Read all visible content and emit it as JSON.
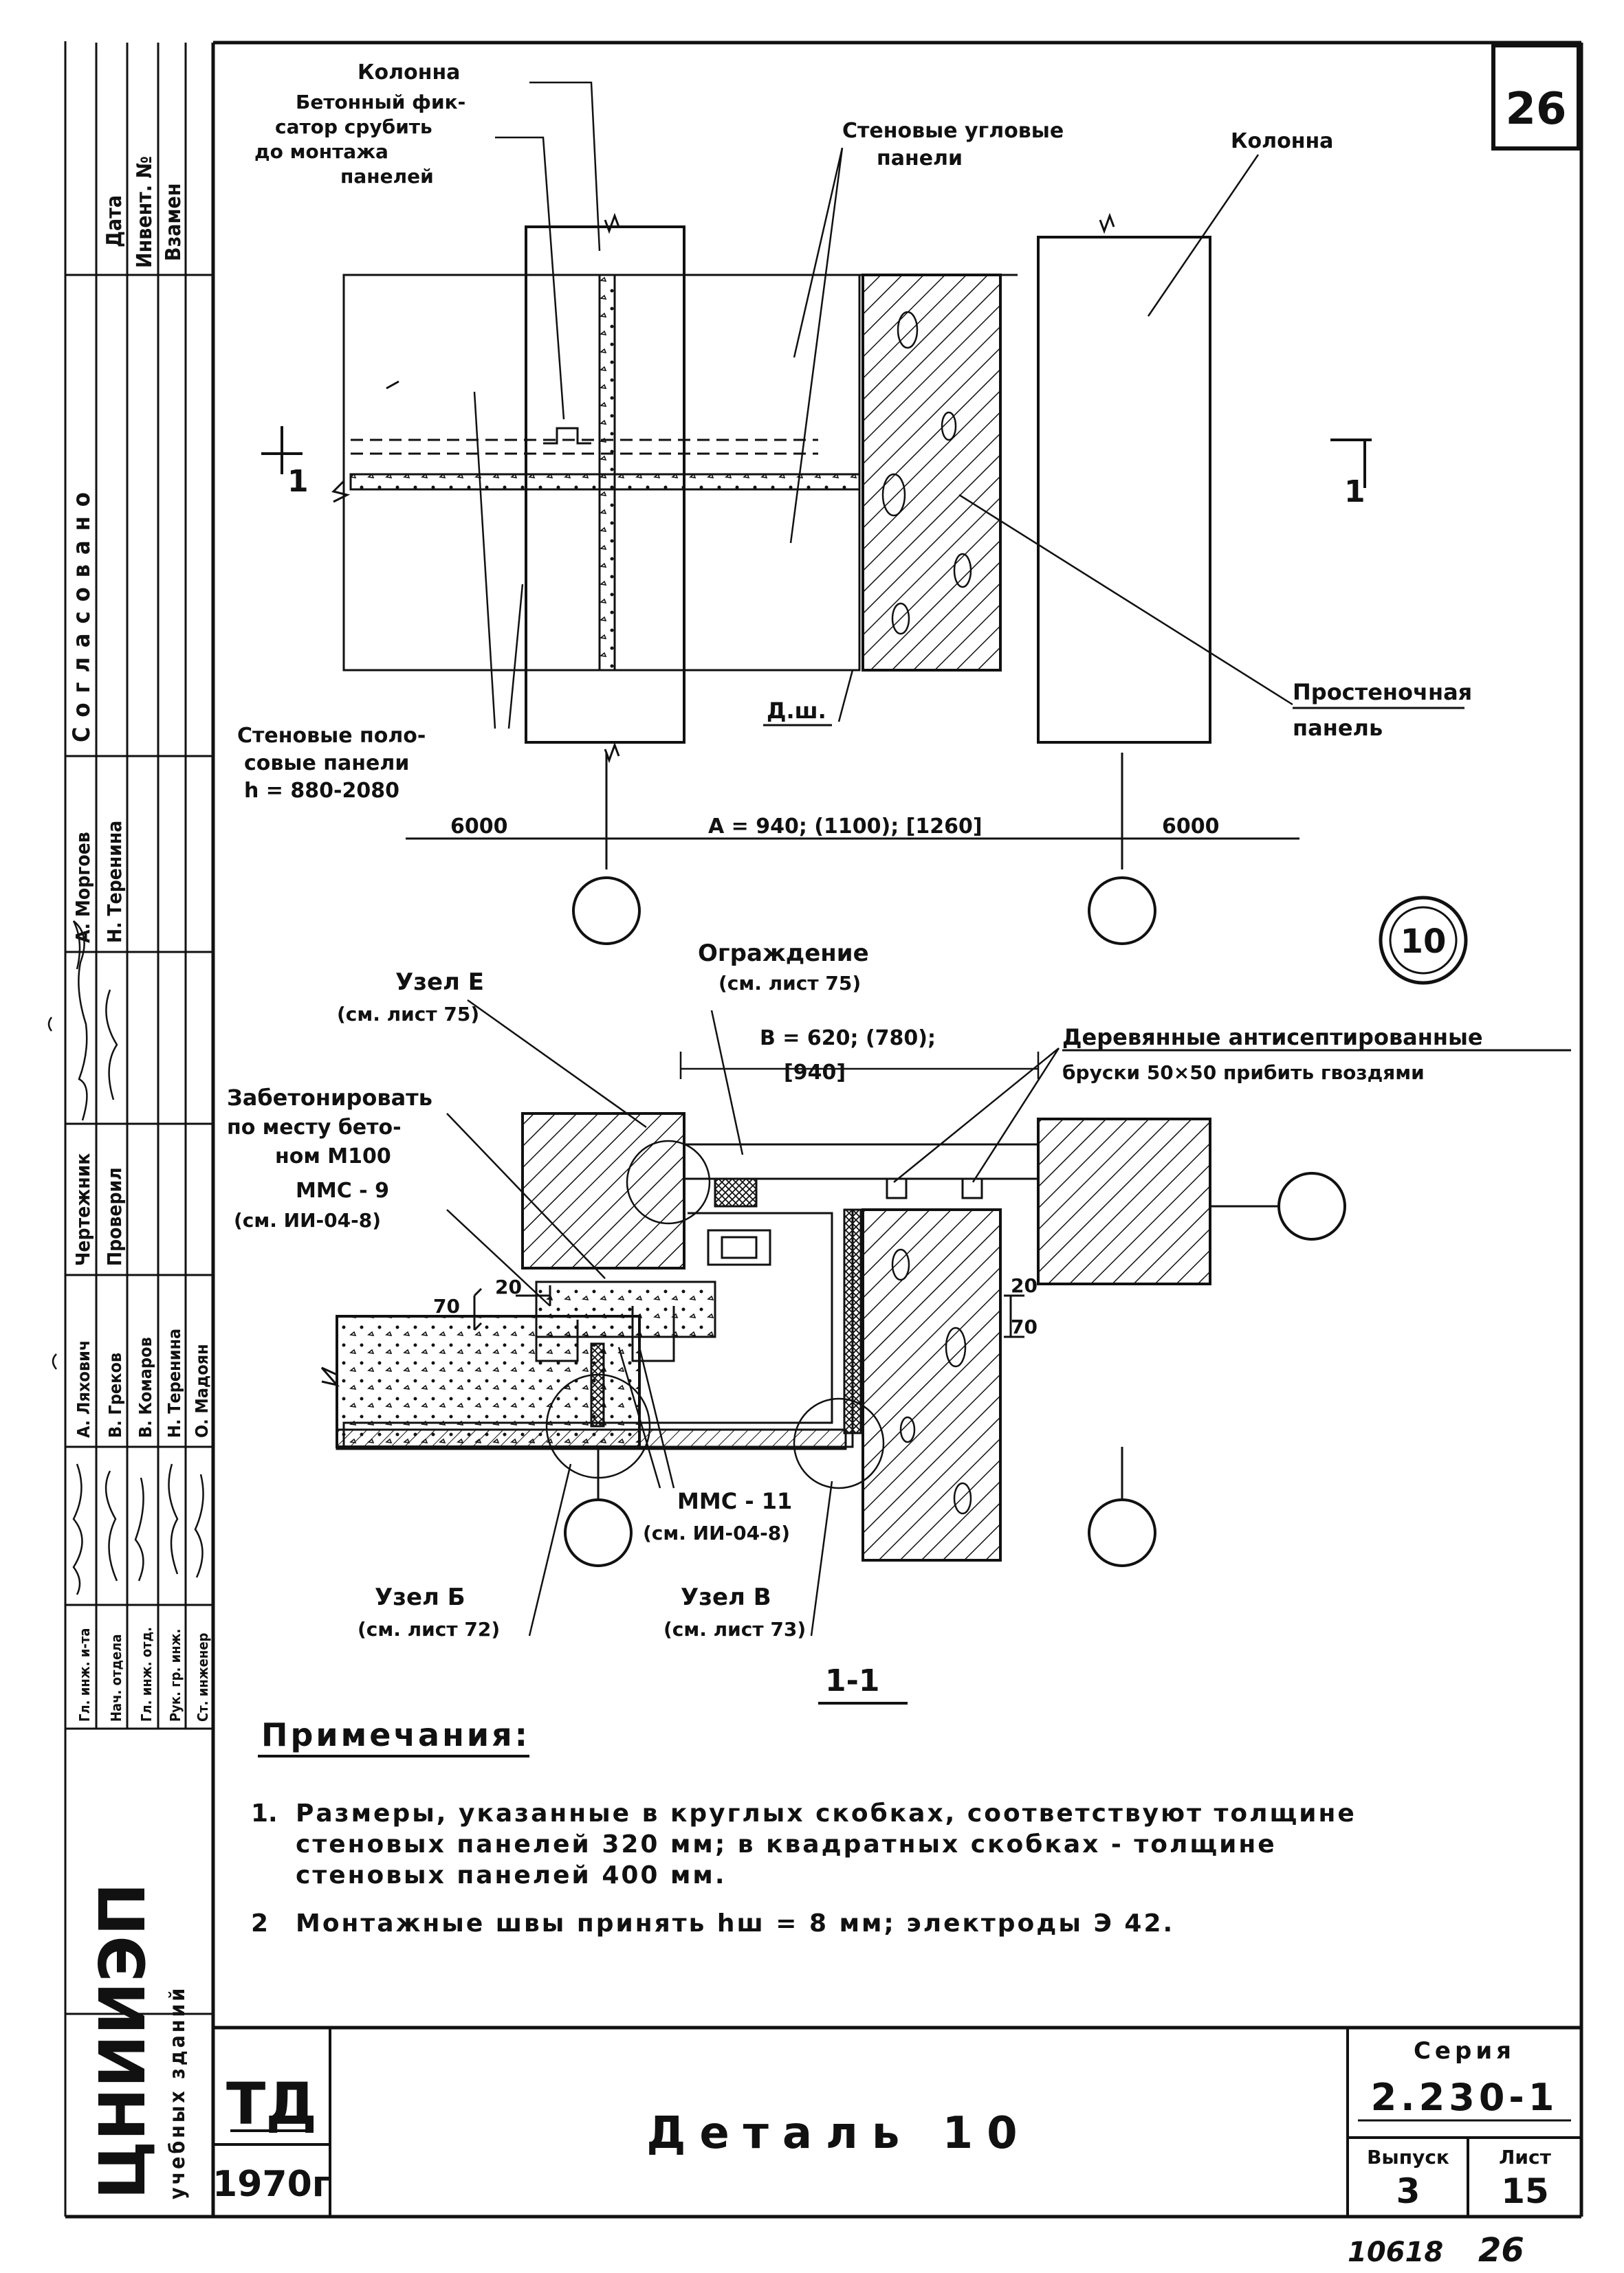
{
  "sheet_number": "26",
  "top_view": {
    "label_column_left": "Колонна",
    "label_fixator": [
      "Бетонный фик-",
      "сатор срубить",
      "до монтажа",
      "панелей"
    ],
    "label_corner_panels": [
      "Стеновые угловые",
      "панели"
    ],
    "label_column_right": "Колонна",
    "section_mark": "1",
    "label_dsh": "Д.ш.",
    "label_pier_panel": [
      "Простеночная",
      "панель"
    ],
    "label_strip_panels": [
      "Стеновые поло-",
      "совые панели",
      "h = 880-2080"
    ],
    "dim_left": "6000",
    "dim_a": "А = 940; (1100); [1260]",
    "dim_right": "6000"
  },
  "detail_mark": "10",
  "section_view": {
    "label_node_e": [
      "Узел Е",
      "(см. лист 75)"
    ],
    "label_fence": [
      "Ограждение",
      "(см. лист 75)"
    ],
    "label_dim_b": [
      "В = 620; (780);",
      "[940]"
    ],
    "label_wood": [
      "Деревянные антисептированные",
      "бруски 50×50 прибить гвоздями"
    ],
    "label_concrete": [
      "Забетонировать",
      "по месту бето-",
      "ном М100"
    ],
    "label_mms9": [
      "ММС - 9",
      "(см. ИИ-04-8)"
    ],
    "dim_70_left": "70",
    "dim_20_left": "20",
    "dim_20_right": "20",
    "dim_70_right": "70",
    "label_mms11": [
      "ММС - 11",
      "(см. ИИ-04-8)"
    ],
    "label_node_b": [
      "Узел Б",
      "(см. лист 72)"
    ],
    "label_node_v": [
      "Узел В",
      "(см. лист 73)"
    ],
    "section_title": "1-1"
  },
  "notes": {
    "heading": "Примечания:",
    "items": [
      [
        "1.",
        "Размеры, указанные в круглых скобках, соответствуют толщине",
        "стеновых панелей 320 мм; в квадратных скобках - толщине",
        "стеновых панелей 400 мм."
      ],
      [
        "2",
        "Монтажные швы принять hш = 8 мм; электроды Э 42."
      ]
    ]
  },
  "side_stamp": {
    "top_cells": [
      "Дата",
      "Инвент. №",
      "Взамен"
    ],
    "agreed": "Согласовано",
    "drafter_row": [
      "А. Моргоев",
      "Н. Теренина"
    ],
    "roles_a": [
      "Чертежник",
      "Проверил"
    ],
    "roles_b": [
      "Гл. инж. и-та",
      "Нач. отдела",
      "Гл. инж. отд.",
      "Рук. гр. инж.",
      "Ст. инженер"
    ],
    "names": [
      "А. Ляхович",
      "В. Греков",
      "В. Комаров",
      "Н. Теренина",
      "О. Мадоян"
    ],
    "org": "ЦНИИЭП",
    "org_sub": "учебных зданий"
  },
  "title_block": {
    "td": "ТД",
    "year": "1970г",
    "title": "Деталь 10",
    "series_label": "Серия",
    "series_value": "2.230-1",
    "issue_label": "Выпуск",
    "issue_value": "3",
    "sheet_label": "Лист",
    "sheet_value": "15"
  },
  "footer": {
    "inventory": "10618",
    "page": "26"
  }
}
